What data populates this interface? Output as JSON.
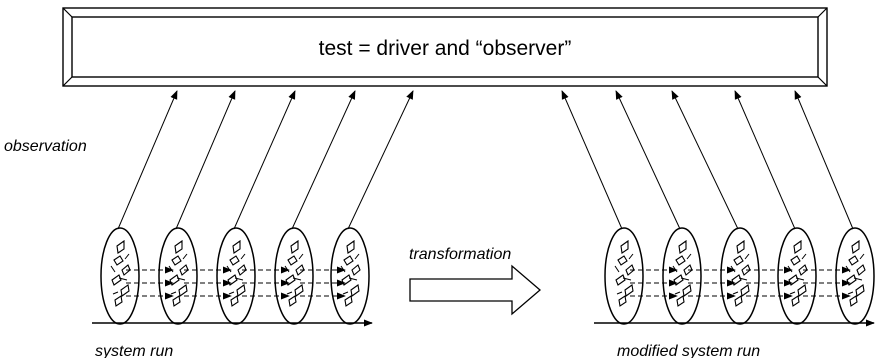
{
  "banner": {
    "text": "test = driver and “observer”"
  },
  "labels": {
    "observation": "observation",
    "transformation": "transformation",
    "system_run": "system run",
    "modified_system_run": "modified system run"
  },
  "colors": {
    "stroke": "#000000",
    "background": "#ffffff"
  },
  "icons": {
    "transformation_arrow": "block-right-arrow-icon"
  }
}
